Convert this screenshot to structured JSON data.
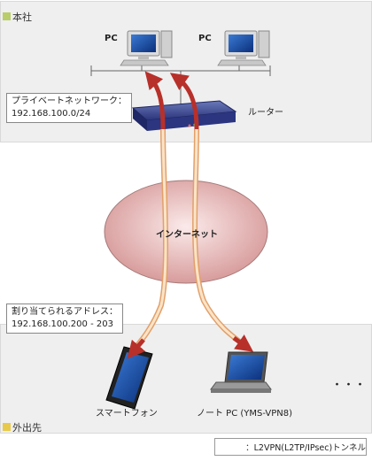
{
  "sections": {
    "hq": "本社",
    "outside": "外出先"
  },
  "devices": {
    "pc1": "PC",
    "pc2": "PC",
    "router": "ルーター",
    "internet": "インターネット",
    "smartphone": "スマートフォン",
    "laptop": "ノート PC (YMS-VPN8)",
    "ellipsis": "・・・"
  },
  "private_network": {
    "title": "プライベートネットワーク：",
    "address": "192.168.100.0/24"
  },
  "assigned": {
    "title": "割り当てられるアドレス：",
    "range": "192.168.100.200 - 203"
  },
  "legend": {
    "label": "：L2VPN(L2TP/IPsec)トンネル"
  },
  "colors": {
    "hq_marker": "#b9cd6a",
    "outside_marker": "#e8c94a",
    "tunnel_arrow": "#b8302a",
    "tunnel_body": "#f3c28f",
    "cloud": "#e8b4b4"
  }
}
